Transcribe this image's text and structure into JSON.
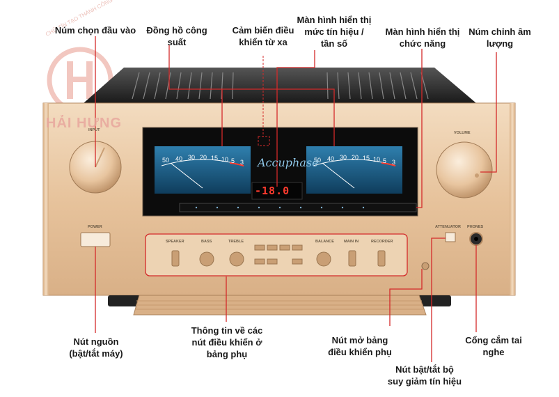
{
  "labels": {
    "input_selector": "Núm chọn đầu vào",
    "power_meter_line1": "Đồng hồ công",
    "power_meter_line2": "suất",
    "remote_sensor_line1": "Cảm biến điều",
    "remote_sensor_line2": "khiển từ xa",
    "signal_display_line1": "Màn hình hiển thị",
    "signal_display_line2": "mức tín hiệu /",
    "signal_display_line3": "tần số",
    "function_display_line1": "Màn hình hiển thị",
    "function_display_line2": "chức năng",
    "volume_knob_line1": "Núm chỉnh âm",
    "volume_knob_line2": "lượng",
    "power_button_line1": "Nút nguồn",
    "power_button_line2": "(bật/tắt máy)",
    "subpanel_info_line1": "Thông tin về các",
    "subpanel_info_line2": "nút điều khiển ở",
    "subpanel_info_line3": "bảng phụ",
    "open_panel_line1": "Nút mở bảng",
    "open_panel_line2": "điều khiển phụ",
    "headphone_line1": "Cổng cắm tai",
    "headphone_line2": "nghe",
    "attenuator_line1": "Nút bật/tắt bộ",
    "attenuator_line2": "suy giảm tín hiệu"
  },
  "device": {
    "brand": "Accuphase",
    "display_value": "-18.0",
    "input_label": "INPUT",
    "volume_label": "VOLUME",
    "power_label": "POWER",
    "attenuator_label": "ATTENUATOR",
    "phones_label": "PHONES",
    "speaker_label": "SPEAKER",
    "bass_label": "BASS",
    "treble_label": "TREBLE",
    "balance_label": "BALANCE",
    "mains_label": "MAIN IN",
    "recorder_label": "RECORDER"
  },
  "watermark": {
    "name": "HẢI HƯNG",
    "slogan": "CHỮ TÍN TẠO THÀNH CÔNG"
  },
  "colors": {
    "callout_line": "#d42a2a",
    "chassis_gold": "#e9c9a4",
    "meter_blue": "#1d5f86",
    "lcd_red": "#ff3b2e"
  }
}
